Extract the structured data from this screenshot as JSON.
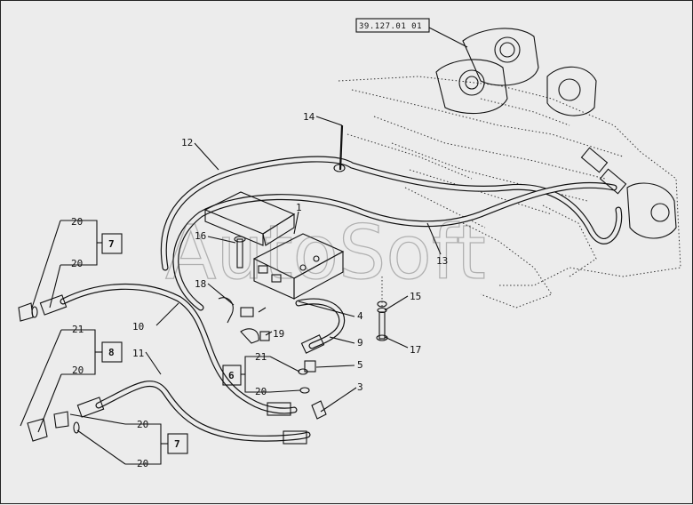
{
  "reference": "39.127.01 01",
  "watermark": "AutoSoft",
  "callouts": {
    "c1": "1",
    "c3": "3",
    "c4": "4",
    "c5": "5",
    "c9": "9",
    "c10": "10",
    "c11": "11",
    "c12": "12",
    "c13": "13",
    "c14": "14",
    "c15": "15",
    "c16": "16",
    "c17": "17",
    "c18": "18",
    "c19": "19",
    "c20a": "20",
    "c20b": "20",
    "c20c": "20",
    "c20d": "20",
    "c20e": "20",
    "c20f": "20",
    "c21a": "21",
    "c21b": "21"
  },
  "kits": {
    "kit_top": "7",
    "kit_mid": "8",
    "kit_center": "6",
    "kit_bottom": "7"
  }
}
